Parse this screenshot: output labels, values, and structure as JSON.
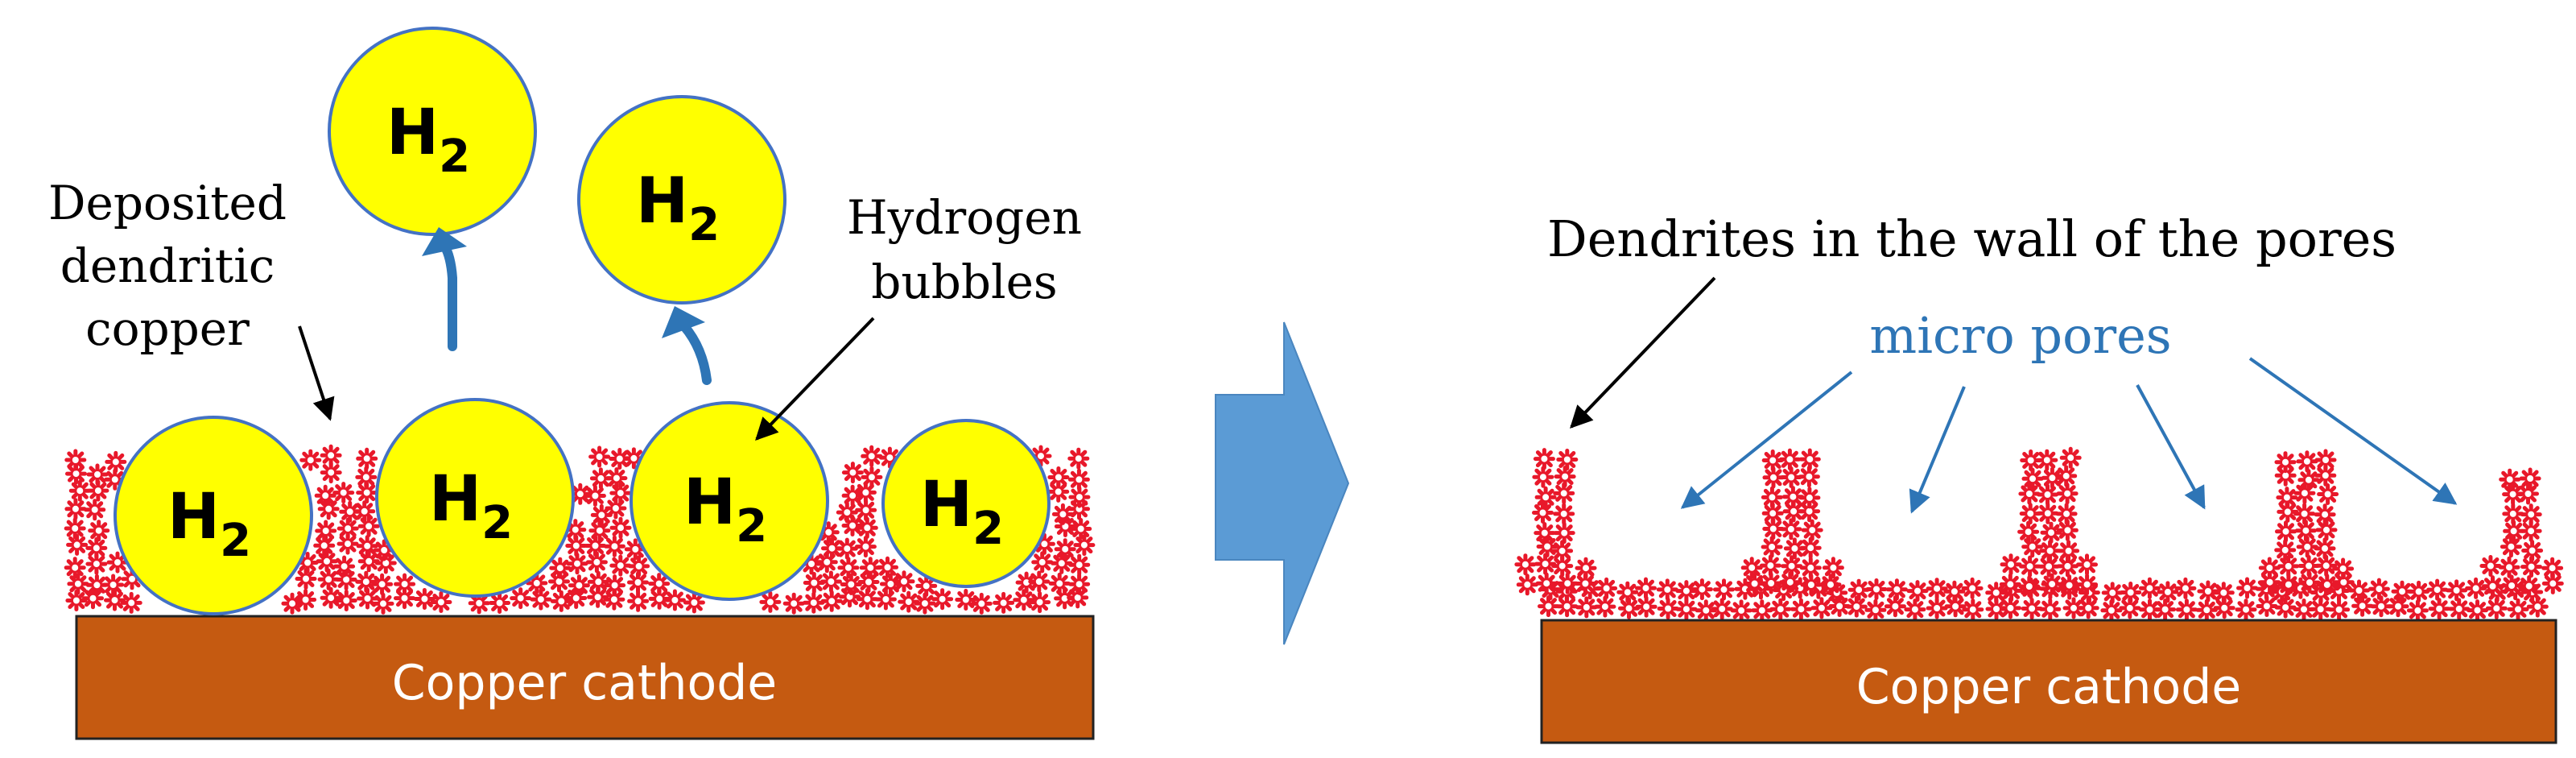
{
  "left_panel": {
    "label_deposited": [
      "Deposited",
      "dendritic",
      "copper"
    ],
    "label_hydrogen": [
      "Hydrogen",
      "bubbles"
    ],
    "bubble_label": "H",
    "bubble_subscript": "2",
    "cathode_label": "Copper cathode"
  },
  "right_panel": {
    "label_dendrites": "Dendrites in the wall of the pores",
    "label_micro_pores": "micro pores",
    "cathode_label": "Copper cathode"
  },
  "colors": {
    "cathode_fill": "#C55A11",
    "cathode_text": "#FFFFFF",
    "bubble_fill": "#FFFF00",
    "bubble_stroke": "#4472C4",
    "dendrite": "#E8182A",
    "rise_arrow": "#2E75B6",
    "transition_arrow": "#5B9BD5",
    "micro_pores_text": "#2E75B6",
    "label_text": "#000000"
  }
}
